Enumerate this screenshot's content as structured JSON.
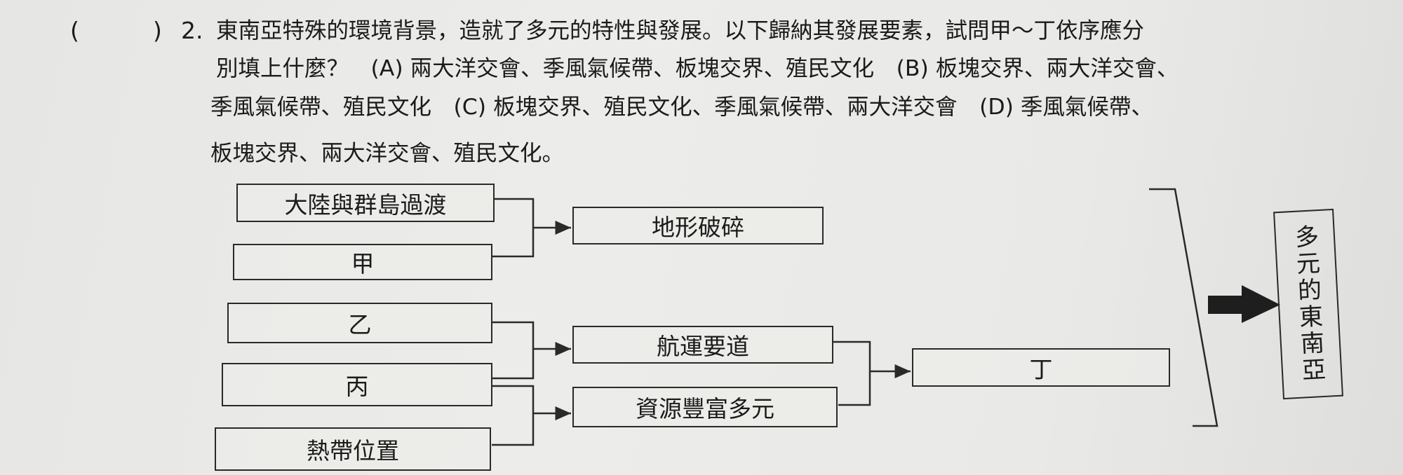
{
  "question": {
    "open_paren": "(",
    "close_paren": ")",
    "number": "2.",
    "line1": "東南亞特殊的環境背景，造就了多元的特性與發展。以下歸納其發展要素，試問甲～丁依序應分",
    "line2": "別填上什麼？　(A) 兩大洋交會、季風氣候帶、板塊交界、殖民文化　(B) 板塊交界、兩大洋交會、",
    "line3": "季風氣候帶、殖民文化　(C) 板塊交界、殖民文化、季風氣候帶、兩大洋交會　(D) 季風氣候帶、",
    "line4": "板塊交界、兩大洋交會、殖民文化。"
  },
  "diagram": {
    "box_transition": "大陸與群島過渡",
    "box_jia": "甲",
    "box_terrain": "地形破碎",
    "box_yi": "乙",
    "box_bing": "丙",
    "box_tropical": "熱帶位置",
    "box_shipping": "航運要道",
    "box_resources": "資源豐富多元",
    "box_ding": "丁",
    "box_result": "多元的東南亞"
  },
  "colors": {
    "line": "#2a2a2a",
    "text": "#1b1b1b",
    "paper": "#e8e8e6"
  }
}
